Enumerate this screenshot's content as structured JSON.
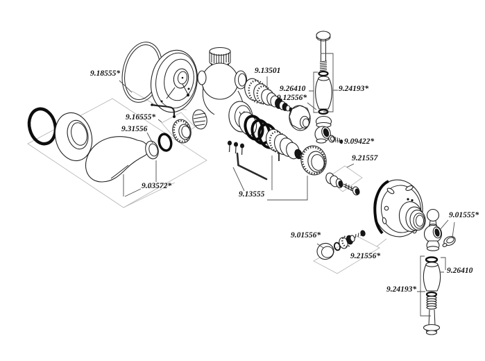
{
  "diagram": {
    "kind": "exploded-parts-diagram",
    "subject": "shower and tub valve trim assembly",
    "background": "#ffffff",
    "line_color": "#222222",
    "label_color": "#111111"
  },
  "parts": [
    {
      "number": "9.18555*"
    },
    {
      "number": "9.16555*"
    },
    {
      "number": "9.31556"
    },
    {
      "number": "9.13501"
    },
    {
      "number": "9.26410"
    },
    {
      "number": "9.12556*"
    },
    {
      "number": "9.24193*"
    },
    {
      "number": "9.09422*"
    },
    {
      "number": "9.21557"
    },
    {
      "number": "9.03572*"
    },
    {
      "number": "9.13555"
    },
    {
      "number": "9.01556*"
    },
    {
      "number": "9.21556*"
    },
    {
      "number": "9.01555*"
    },
    {
      "number": "9.26410"
    },
    {
      "number": "9.24193*"
    }
  ]
}
